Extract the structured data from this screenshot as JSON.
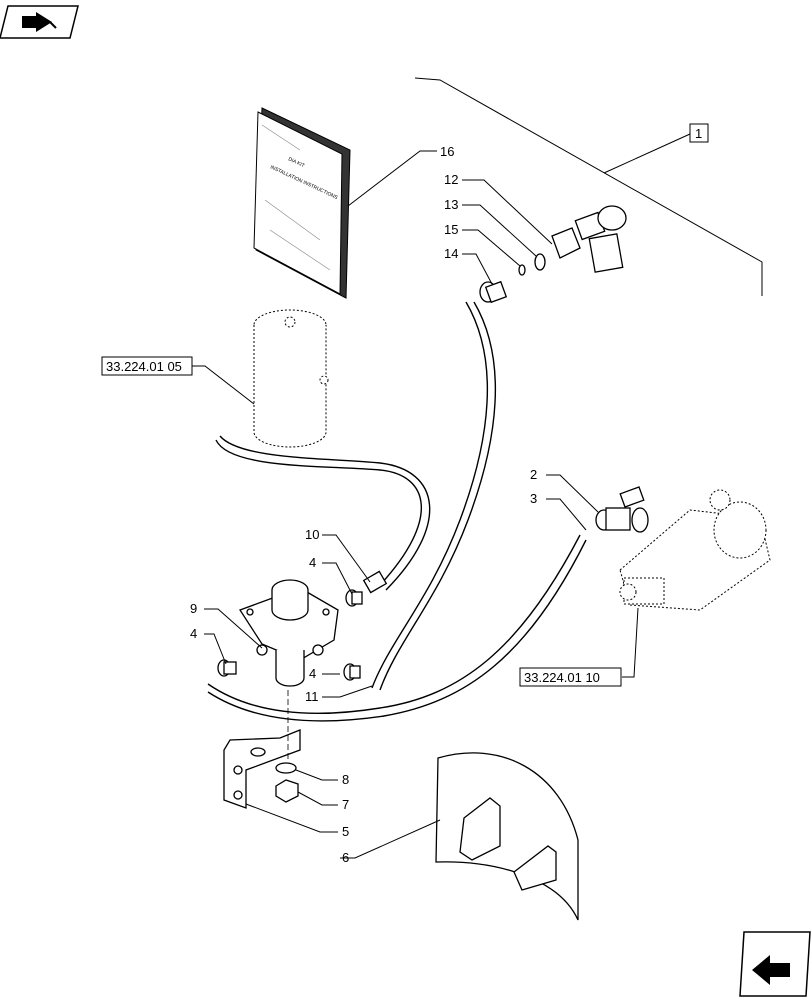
{
  "callouts": {
    "c1": "1",
    "c2": "2",
    "c3": "3",
    "c4": "4",
    "c5": "5",
    "c6": "6",
    "c7": "7",
    "c8": "8",
    "c9": "9",
    "c10": "10",
    "c11": "11",
    "c12": "12",
    "c13": "13",
    "c14": "14",
    "c15": "15",
    "c16": "16"
  },
  "references": {
    "tank": "33.224.01 05",
    "brake_valve": "33.224.01 10"
  },
  "manual": {
    "title_line_1": "DIA KIT",
    "title_line_2": "INSTALLATION INSTRUCTIONS"
  },
  "icons": {
    "top_left": "previous-page-arrow",
    "bottom_right": "next-page-arrow"
  }
}
